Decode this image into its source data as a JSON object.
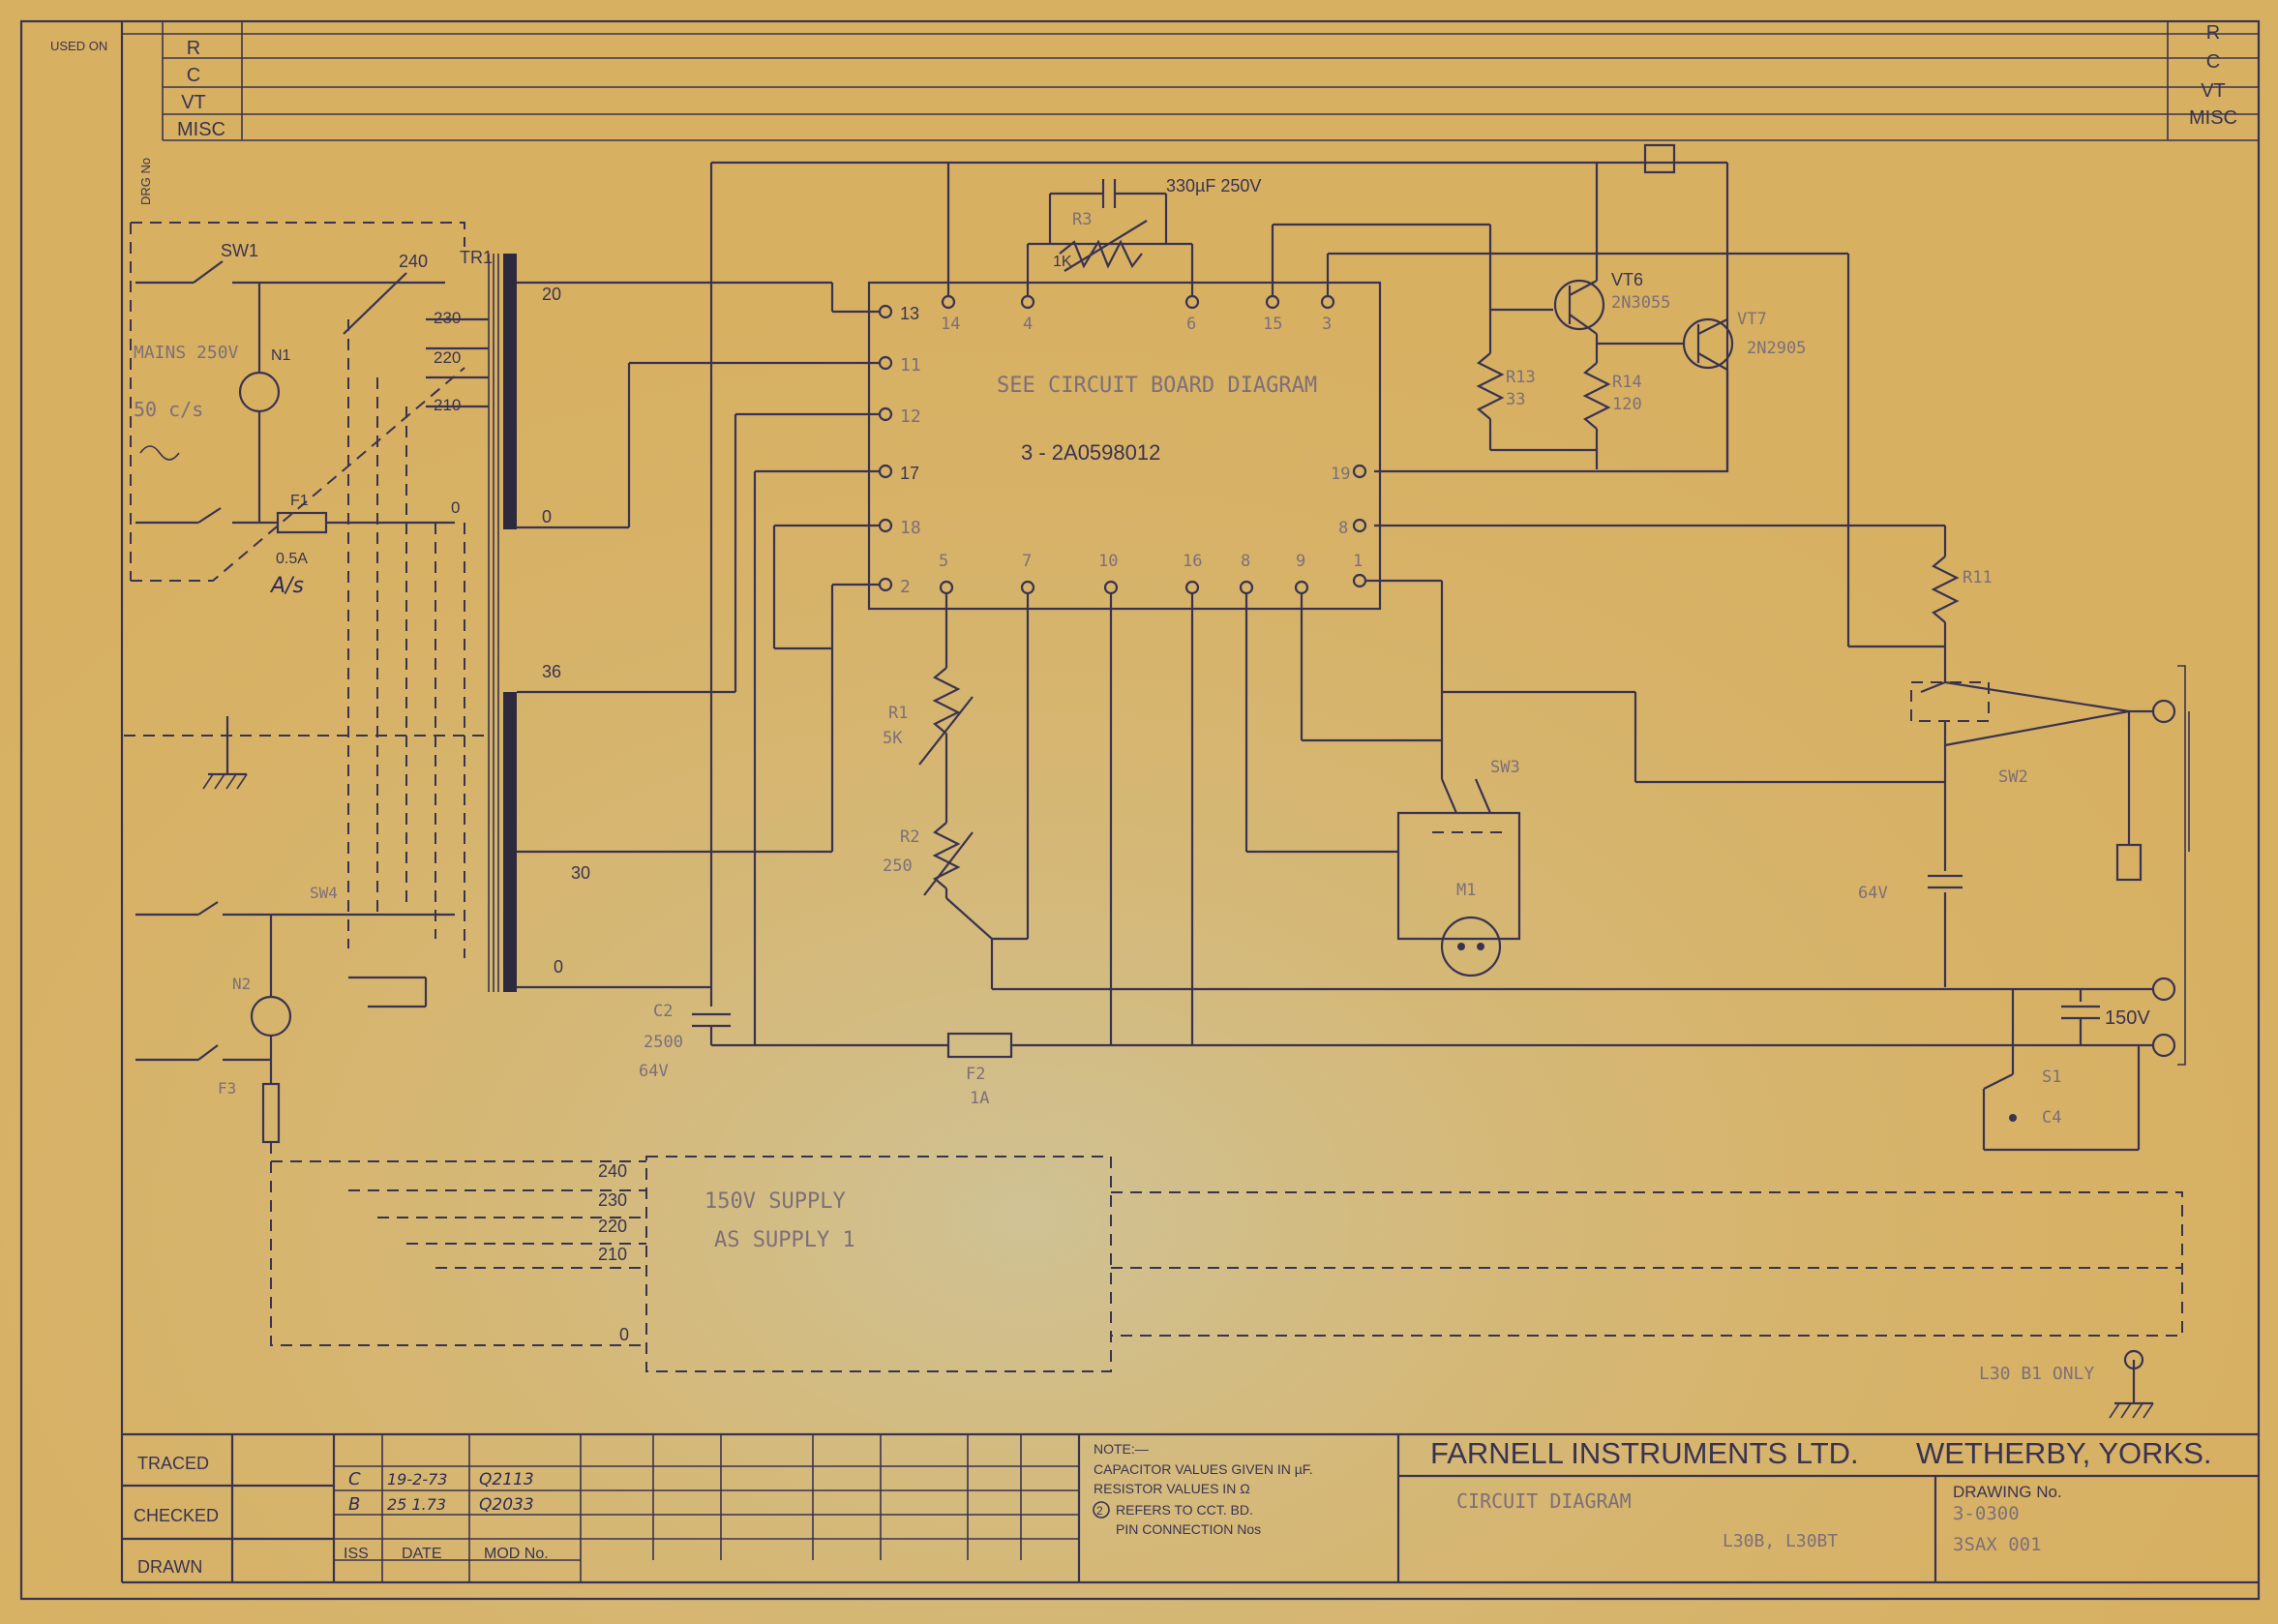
{
  "header": {
    "used_on": "USED ON",
    "drg_no": "DRG No",
    "rows_left": [
      "R",
      "C",
      "VT",
      "MISC"
    ],
    "rows_right": [
      "R",
      "C",
      "VT",
      "MISC"
    ]
  },
  "board": {
    "note": "SEE CIRCUIT BOARD DIAGRAM",
    "part_no": "3 - 2A0598012",
    "pins_left": [
      "13",
      "11",
      "12",
      "17",
      "18",
      "2"
    ],
    "pins_top": [
      "14",
      "4",
      "6",
      "15",
      "3"
    ],
    "pins_bottom": [
      "5",
      "7",
      "10",
      "16",
      "8",
      "9",
      "1"
    ],
    "pins_right": [
      "19",
      "8"
    ]
  },
  "components": {
    "sw1": "SW1",
    "tr1": "TR1",
    "n1": "N1",
    "mains": "MAINS 250V",
    "freq": "50 c/s",
    "fuse1": "F1",
    "fuse1_val": "0.5A",
    "as": "A/s",
    "tap240": "240",
    "tap230": "230",
    "tap220": "220",
    "tap210": "210",
    "tap0": "0",
    "sec20": "20",
    "sec0": "0",
    "sec36": "36",
    "sec30": "30",
    "sec0b": "0",
    "c1": "330µF 250V",
    "r3": "R3",
    "r3_val": "1K",
    "vt6": "VT6",
    "vt6_type": "2N3055",
    "vt7": "VT7",
    "vt7_type": "2N2905",
    "r13": "R13",
    "r13_val": "33",
    "r14": "R14",
    "r14_val": "120",
    "r11": "R11",
    "r1": "R1",
    "r1_val": "5K",
    "r2": "R2",
    "r2_val": "250",
    "sw2": "SW2",
    "sw3": "SW3",
    "m1": "M1",
    "c2": "C2",
    "c2_val": "2500",
    "c2_v": "64V",
    "f2": "F2",
    "f2_val": "1A",
    "c3_val": "150V",
    "s1": "S1",
    "c4": "C4",
    "supply2": "150V SUPPLY",
    "supply2b": "AS SUPPLY 1",
    "t240": "240",
    "t230": "230",
    "t220": "220",
    "t210": "210",
    "t0": "0",
    "only": "L30 B1 ONLY",
    "sw4": "SW4",
    "n2": "N2",
    "f3": "F3"
  },
  "title_block": {
    "traced": "TRACED",
    "checked": "CHECKED",
    "drawn": "DRAWN",
    "iss": "ISS",
    "date": "DATE",
    "mod_no": "MOD No.",
    "rev_rows": [
      {
        "iss": "C",
        "date": "19-2-73",
        "mod": "Q2113"
      },
      {
        "iss": "B",
        "date": "25 1.73",
        "mod": "Q2033"
      }
    ],
    "note_title": "NOTE:—",
    "note1": "CAPACITOR VALUES GIVEN IN µF.",
    "note2": "RESISTOR VALUES IN Ω",
    "note3_circle": "2",
    "note3": "REFERS TO CCT. BD.",
    "note4": "PIN CONNECTION Nos",
    "company": "FARNELL INSTRUMENTS LTD.",
    "location": "WETHERBY,  YORKS.",
    "circuit_title": "CIRCUIT DIAGRAM",
    "sub_title": "L30B, L30BT",
    "drawing_no_label": "DRAWING No.",
    "drawing_no": "3-0300",
    "drawing_no2": "3SAX 001"
  }
}
